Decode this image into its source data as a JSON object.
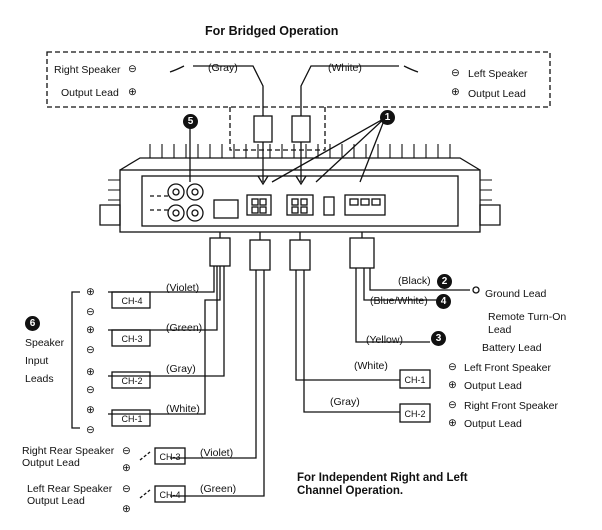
{
  "title": "For Bridged Operation",
  "bridged": {
    "right_speaker": "Right Speaker",
    "left_speaker": "Left Speaker",
    "output_lead_left_side": "Output Lead",
    "output_lead_right_side": "Output Lead",
    "gray": "(Gray)",
    "white": "(White)"
  },
  "callouts": {
    "c1": "1",
    "c2": "2",
    "c3": "3",
    "c4": "4",
    "c5": "5",
    "c6": "6"
  },
  "speaker_input_leads": {
    "line1": "Speaker",
    "line2": "Input",
    "line3": "Leads",
    "channels": [
      {
        "ch": "CH-4",
        "color": "(Violet)"
      },
      {
        "ch": "CH-3",
        "color": "(Green)"
      },
      {
        "ch": "CH-2",
        "color": "(Gray)"
      },
      {
        "ch": "CH-1",
        "color": "(White)"
      }
    ]
  },
  "power": {
    "black": "(Black)",
    "ground": "Ground Lead",
    "blue_white": "(Blue/White)",
    "remote_line1": "Remote Turn-On",
    "remote_line2": "Lead",
    "yellow": "(Yellow)",
    "battery": "Battery Lead"
  },
  "front": {
    "white": "(White)",
    "gray": "(Gray)",
    "ch1": "CH-1",
    "ch2": "CH-2",
    "left_front": "Left Front Speaker",
    "right_front": "Right Front Speaker",
    "output_lead_1": "Output Lead",
    "output_lead_2": "Output Lead"
  },
  "rear": {
    "right_rear_line1": "Right Rear Speaker",
    "right_rear_line2": "Output Lead",
    "left_rear_line1": "Left Rear Speaker",
    "left_rear_line2": "Output Lead",
    "violet": "(Violet)",
    "green": "(Green)",
    "ch3": "CH-3",
    "ch4": "CH-4"
  },
  "independent_note_line1": "For Independent Right and Left",
  "independent_note_line2": "Channel Operation.",
  "symbols": {
    "minus": "⊖",
    "plus": "⊕"
  }
}
